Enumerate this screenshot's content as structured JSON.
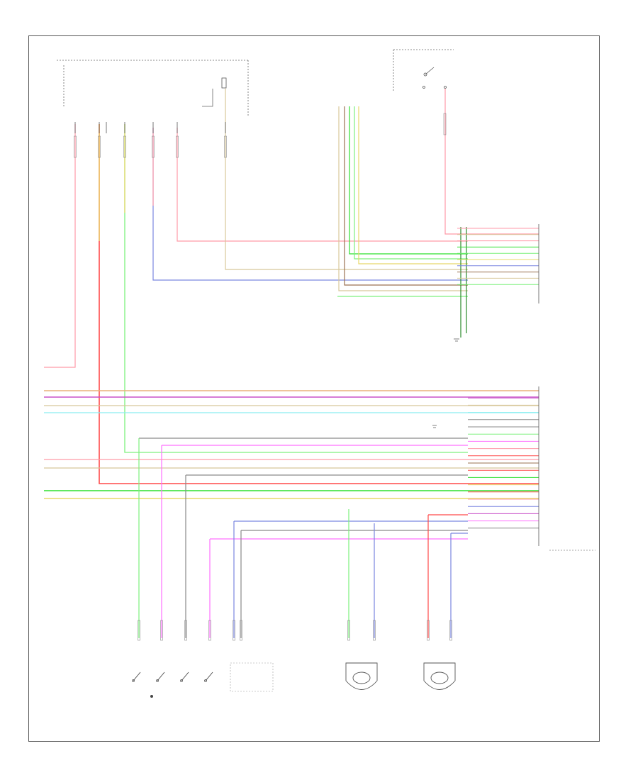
{
  "page": {
    "footer_code": ""
  },
  "colors": {
    "pink": "#ff9aa8",
    "red": "#ff4a4a",
    "yellow": "#e8d86a",
    "light_green": "#7df07d",
    "green": "#2ee02e",
    "tan": "#d8c79a",
    "orange": "#e8b07a",
    "violet": "#c850c8",
    "magenta": "#ff70ff",
    "blue": "#7a86e0",
    "cyan": "#8aeef0",
    "gray": "#8a8a8a",
    "dark_green": "#2a8a2a",
    "brown": "#9a7050"
  },
  "top_labels": {
    "junction_left": "",
    "junction_right": "",
    "ignition": ""
  },
  "right_connector_a": [
    {
      "wire": "",
      "label": "",
      "pin": "",
      "color": "pink"
    },
    {
      "wire": "",
      "label": "",
      "pin": "",
      "color": "tan"
    },
    {
      "wire": "",
      "label": "",
      "pin": "",
      "color": "pink"
    },
    {
      "wire": "",
      "label": "",
      "pin": "",
      "color": "green"
    },
    {
      "wire": "",
      "label": "",
      "pin": "",
      "color": "light_green"
    },
    {
      "wire": "",
      "label": "",
      "pin": "",
      "color": "yellow"
    },
    {
      "wire": "",
      "label": "",
      "pin": "",
      "color": "blue"
    },
    {
      "wire": "",
      "label": "",
      "pin": "",
      "color": "brown"
    },
    {
      "wire": "",
      "label": "",
      "pin": "",
      "color": "tan"
    },
    {
      "wire": "",
      "label": "",
      "pin": "",
      "color": "light_green"
    }
  ],
  "right_connector_b": [
    {
      "wire": "",
      "label": "",
      "pin": "",
      "color": "orange"
    },
    {
      "wire": "",
      "label": "",
      "pin": "",
      "color": "violet"
    },
    {
      "wire": "",
      "label": "",
      "pin": "",
      "color": "tan"
    },
    {
      "wire": "",
      "label": "",
      "pin": "",
      "color": "cyan"
    },
    {
      "wire": "",
      "label": "",
      "pin": "",
      "color": "gray"
    },
    {
      "wire": "",
      "label": "",
      "pin": "",
      "color": "gray"
    },
    {
      "wire": "",
      "label": "",
      "pin": "",
      "color": "light_green"
    },
    {
      "wire": "",
      "label": "",
      "pin": "",
      "color": "magenta"
    },
    {
      "wire": "",
      "label": "",
      "pin": "",
      "color": "pink"
    },
    {
      "wire": "",
      "label": "",
      "pin": "",
      "color": "red"
    },
    {
      "wire": "",
      "label": "",
      "pin": "",
      "color": "brown"
    },
    {
      "wire": "",
      "label": "",
      "pin": "",
      "color": "red"
    },
    {
      "wire": "",
      "label": "",
      "pin": "",
      "color": "green"
    },
    {
      "wire": "",
      "label": "",
      "pin": "",
      "color": "yellow"
    },
    {
      "wire": "",
      "label": "",
      "pin": "",
      "color": "red"
    },
    {
      "wire": "",
      "label": "",
      "pin": "",
      "color": "pink"
    },
    {
      "wire": "",
      "label": "",
      "pin": "",
      "color": "blue"
    },
    {
      "wire": "",
      "label": "",
      "pin": "",
      "color": "violet"
    },
    {
      "wire": "",
      "label": "",
      "pin": "",
      "color": "magenta"
    },
    {
      "wire": "",
      "label": "",
      "pin": "",
      "color": "gray"
    }
  ],
  "bottom_components": {
    "transmission_range": "",
    "left_sensor": "",
    "right_sensor": "",
    "module": ""
  }
}
